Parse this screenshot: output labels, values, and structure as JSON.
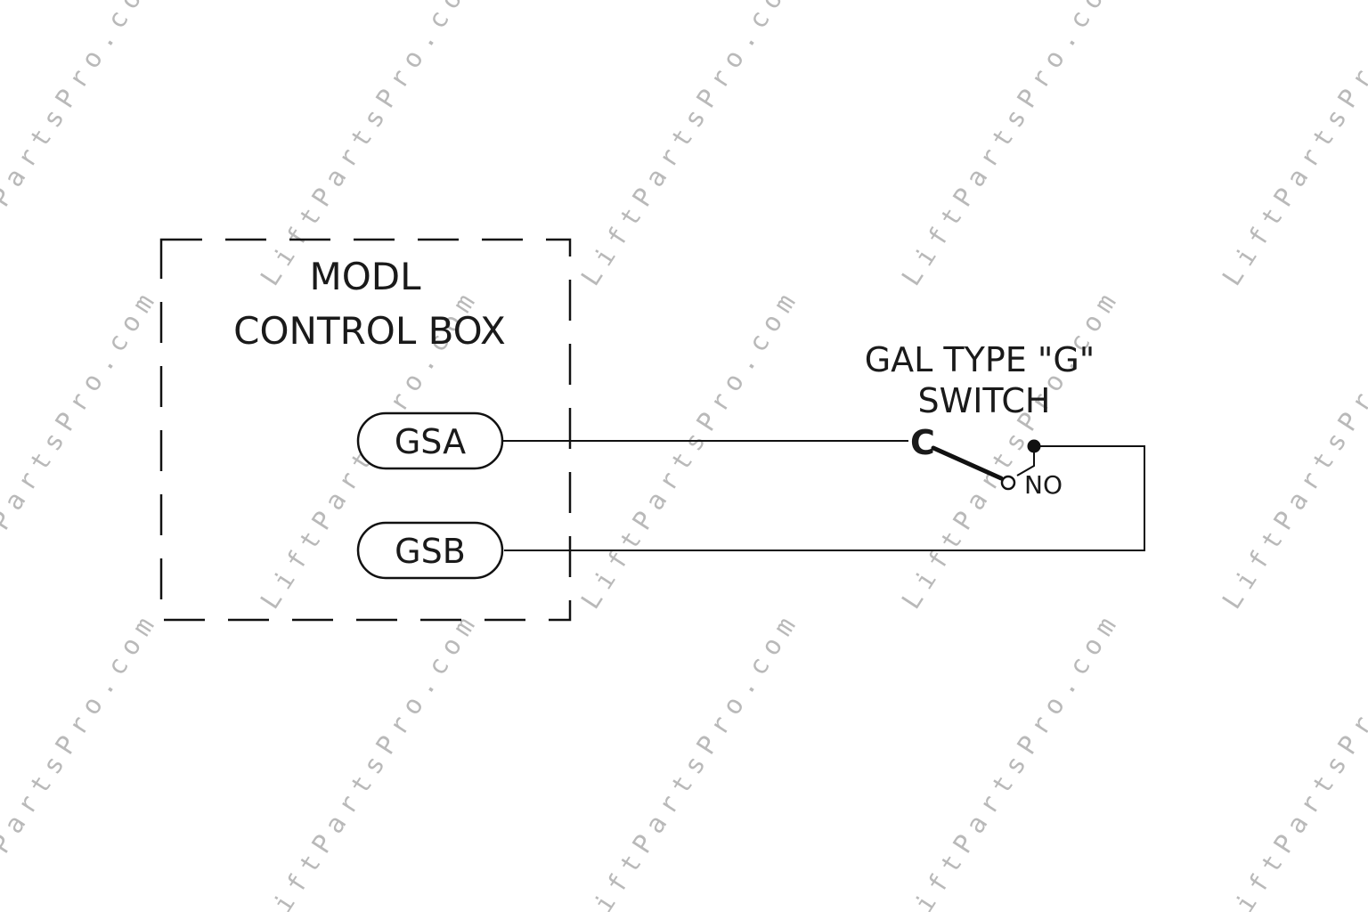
{
  "watermark": {
    "text": "LiftPartsPro.com"
  },
  "diagram": {
    "control_box": {
      "title_line1": "MODL",
      "title_line2": "CONTROL BOX",
      "terminals": [
        {
          "label": "GSA"
        },
        {
          "label": "GSB"
        }
      ]
    },
    "switch": {
      "title_line1": "GAL TYPE \"G\"",
      "title_line2": "SWITCH",
      "common_label": "C",
      "no_label": "NO"
    }
  }
}
